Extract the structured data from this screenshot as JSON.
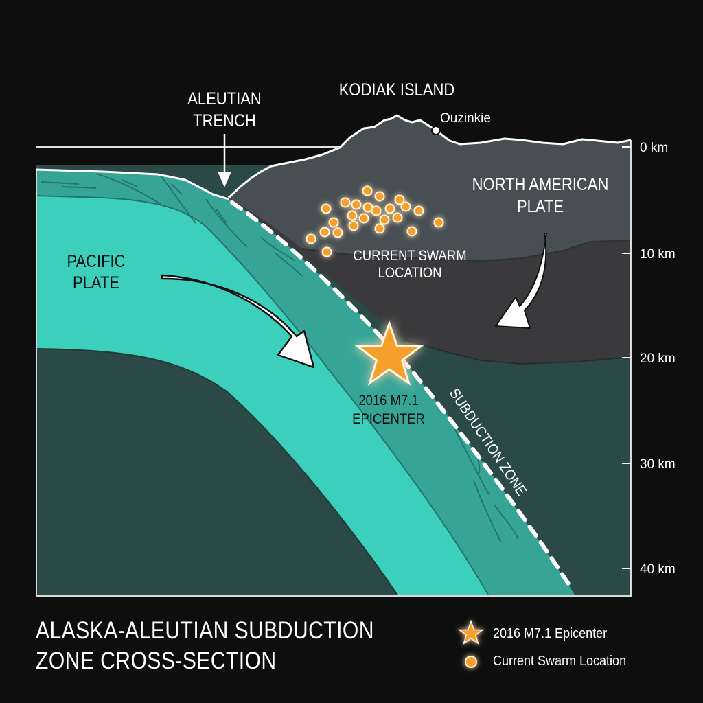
{
  "title": {
    "line1": "ALASKA-ALEUTIAN SUBDUCTION",
    "line2": "ZONE CROSS-SECTION"
  },
  "labels": {
    "trench_line1": "ALEUTIAN",
    "trench_line2": "TRENCH",
    "island": "KODIAK ISLAND",
    "town": "Ouzinkie",
    "na_plate_line1": "NORTH AMERICAN",
    "na_plate_line2": "PLATE",
    "pacific_line1": "PACIFIC",
    "pacific_line2": "PLATE",
    "swarm_line1": "CURRENT SWARM",
    "swarm_line2": "LOCATION",
    "epicenter_line1": "2016 M7.1",
    "epicenter_line2": "EPICENTER",
    "subduction_zone": "SUBDUCTION ZONE"
  },
  "depth_axis": {
    "ticks": [
      "0 km",
      "10 km",
      "20 km",
      "30 km",
      "40 km"
    ]
  },
  "legend": {
    "items": [
      {
        "symbol": "star-icon",
        "label": "2016 M7.1 Epicenter"
      },
      {
        "symbol": "circle-icon",
        "label": "Current Swarm Location"
      }
    ]
  },
  "colors": {
    "background": "#0e0e0e",
    "pacific_plate": "#3ccfbb",
    "pacific_crust": "#37a596",
    "mantle": "#2b4946",
    "na_upper": "#474f52",
    "na_lower": "#3a3a3c",
    "accent_orange": "#f5a02a",
    "line_white": "#ffffff"
  }
}
